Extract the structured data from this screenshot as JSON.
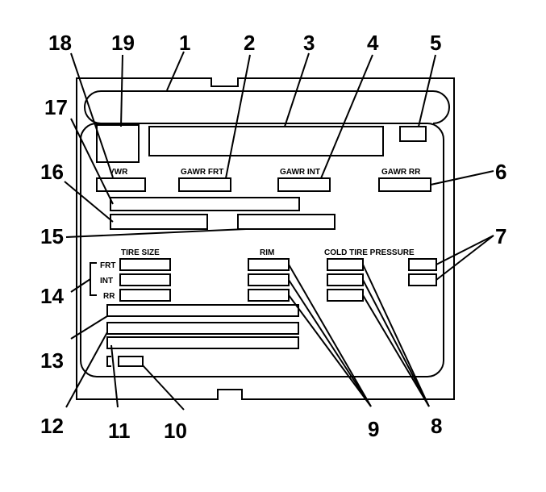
{
  "field_labels": {
    "gvwr": "VWR",
    "gawr_frt": "GAWR FRT",
    "gawr_int": "GAWR INT",
    "gawr_rr": "GAWR RR",
    "tire_size": "TIRE SIZE",
    "rim": "RIM",
    "cold_tire_pressure": "COLD TIRE PRESSURE",
    "row_frt": "FRT",
    "row_int": "INT",
    "row_rr": "RR"
  },
  "callouts": {
    "c1": "1",
    "c2": "2",
    "c3": "3",
    "c4": "4",
    "c5": "5",
    "c6": "6",
    "c7": "7",
    "c8": "8",
    "c9": "9",
    "c10": "10",
    "c11": "11",
    "c12": "12",
    "c13": "13",
    "c14": "14",
    "c15": "15",
    "c16": "16",
    "c17": "17",
    "c18": "18",
    "c19": "19"
  }
}
